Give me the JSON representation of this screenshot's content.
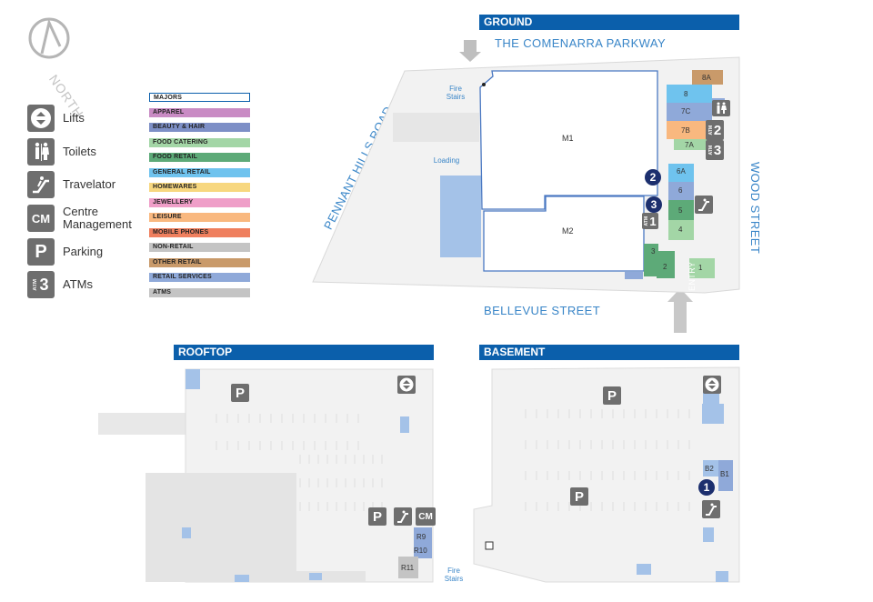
{
  "compass": {
    "label": "NORTH"
  },
  "legend": [
    {
      "icon": "lifts-icon",
      "label": "Lifts"
    },
    {
      "icon": "toilets-icon",
      "label": "Toilets"
    },
    {
      "icon": "travelator-icon",
      "label": "Travelator"
    },
    {
      "icon": "cm-icon",
      "glyph": "CM",
      "label": "Centre Management"
    },
    {
      "icon": "parking-icon",
      "glyph": "P",
      "label": "Parking"
    },
    {
      "icon": "atm-icon",
      "glyph": "3",
      "glyph_small": "ATM",
      "label": "ATMs"
    }
  ],
  "key": [
    {
      "label": "MAJORS",
      "color": "#ffffff"
    },
    {
      "label": "APPAREL",
      "color": "#c98bc4"
    },
    {
      "label": "BEAUTY & HAIR",
      "color": "#7d8fc6"
    },
    {
      "label": "FOOD CATERING",
      "color": "#a3d6a6"
    },
    {
      "label": "FOOD RETAIL",
      "color": "#5daa78"
    },
    {
      "label": "GENERAL RETAIL",
      "color": "#6fc3ee"
    },
    {
      "label": "HOMEWARES",
      "color": "#f7d77f"
    },
    {
      "label": "JEWELLERY",
      "color": "#ef9ec8"
    },
    {
      "label": "LEISURE",
      "color": "#f9b87f"
    },
    {
      "label": "MOBILE PHONES",
      "color": "#ef7f5e"
    },
    {
      "label": "NON-RETAIL",
      "color": "#c4c4c4"
    },
    {
      "label": "OTHER RETAIL",
      "color": "#c99a6a"
    },
    {
      "label": "RETAIL SERVICES",
      "color": "#8fa9d9"
    },
    {
      "label": "ATMS",
      "color": "#c4c4c4"
    }
  ],
  "levels": {
    "ground": "GROUND",
    "rooftop": "ROOFTOP",
    "basement": "BASEMENT"
  },
  "streets": {
    "parkway": "THE COMENARRA PARKWAY",
    "pennant": "PENNANT HILLS ROAD",
    "wood": "WOOD STREET",
    "bellevue": "BELLEVUE STREET",
    "entry": "ENTRY"
  },
  "ground_labels": {
    "fire_stairs": "Fire Stairs",
    "loading": "Loading",
    "m1": "M1",
    "m2": "M2",
    "shops": [
      "8A",
      "8",
      "7C",
      "7B",
      "7A",
      "6A",
      "6",
      "5",
      "4",
      "3",
      "2",
      "1"
    ],
    "lift_num_2": "2",
    "lift_num_3": "3",
    "atm_2": "2",
    "atm_3": "3",
    "atm_1": "1",
    "atm_word": "ATM"
  },
  "rooftop_labels": {
    "shops": [
      "R9",
      "R10",
      "R11"
    ],
    "p": "P",
    "cm": "CM"
  },
  "basement_labels": {
    "shops": [
      "B2",
      "B1"
    ],
    "p": "P",
    "lift_num_1": "1",
    "fire_stairs": "Fire Stairs"
  }
}
